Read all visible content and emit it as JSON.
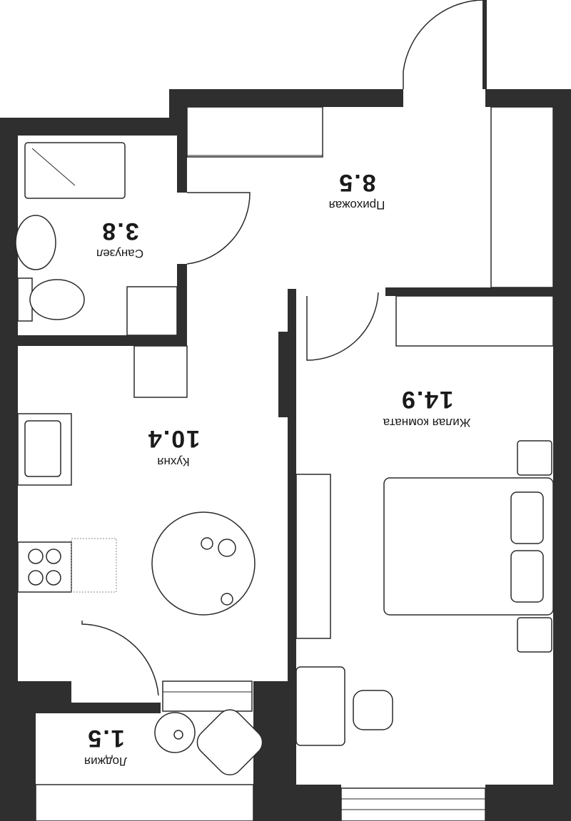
{
  "rooms": {
    "hallway": {
      "name": "Прихожая",
      "area": "8.5"
    },
    "bathroom": {
      "name": "Санузел",
      "area": "3.8"
    },
    "kitchen": {
      "name": "Кухня",
      "area": "10.4"
    },
    "living": {
      "name": "Жилая комната",
      "area": "14.9"
    },
    "loggia": {
      "name": "Лоджия",
      "area": "1.5"
    }
  },
  "colors": {
    "wall": "#2f2f2f",
    "background": "#ffffff"
  }
}
